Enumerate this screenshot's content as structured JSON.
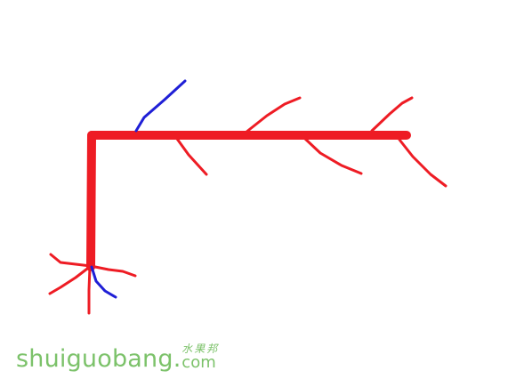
{
  "colors": {
    "background": "#ffffff",
    "main_stroke": "#ee1c24",
    "accent_stroke": "#1f1fd6",
    "watermark": "#7cc26a"
  },
  "watermark": {
    "main": "shuiguobang",
    "dot": ".",
    "chinese": "水果邦",
    "tld": "com"
  }
}
